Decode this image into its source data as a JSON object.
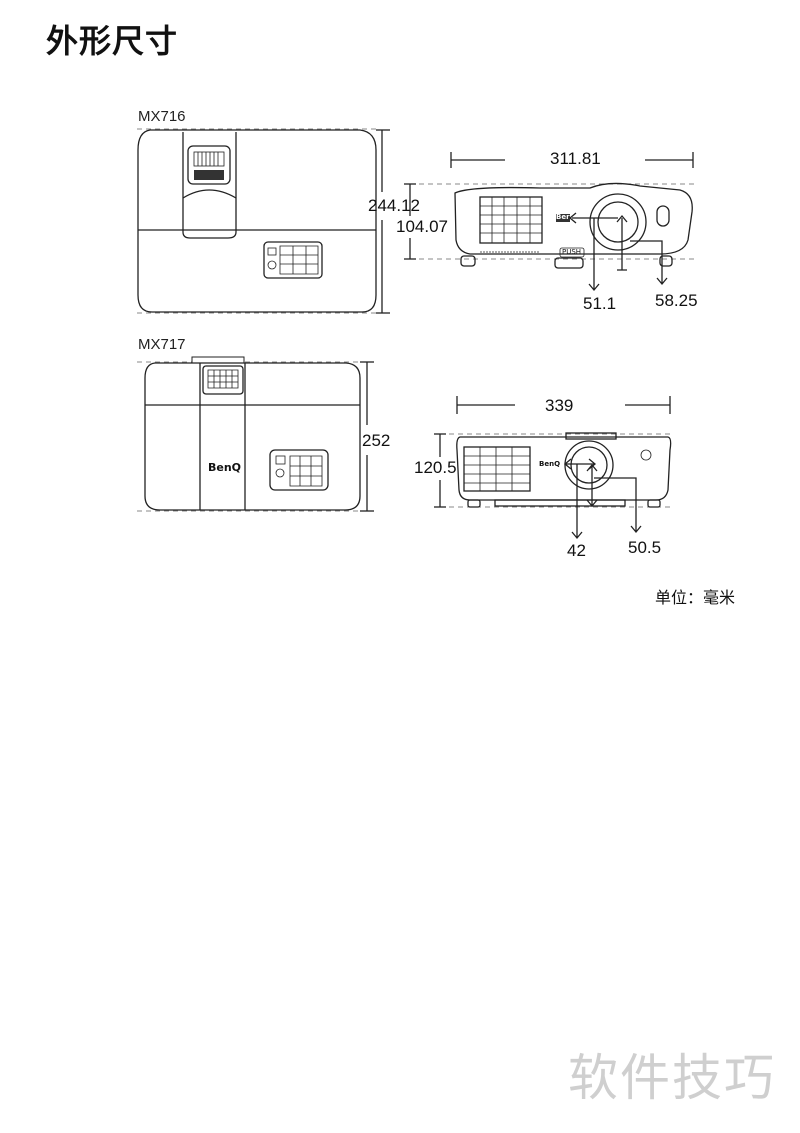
{
  "title": "外形尺寸",
  "models": [
    {
      "name": "MX716",
      "depth": "244.12",
      "width": "311.81",
      "height": "104.07",
      "lens_h": "51.1",
      "lens_v": "58.25",
      "badges": {
        "logo": "Ber",
        "push": "PUSH"
      }
    },
    {
      "name": "MX717",
      "depth": "252",
      "width": "339",
      "height": "120.5",
      "lens_h": "42",
      "lens_v": "50.5",
      "badges": {
        "logo": "BenQ"
      }
    }
  ],
  "unit": "单位：毫米",
  "watermark": "软件技巧"
}
